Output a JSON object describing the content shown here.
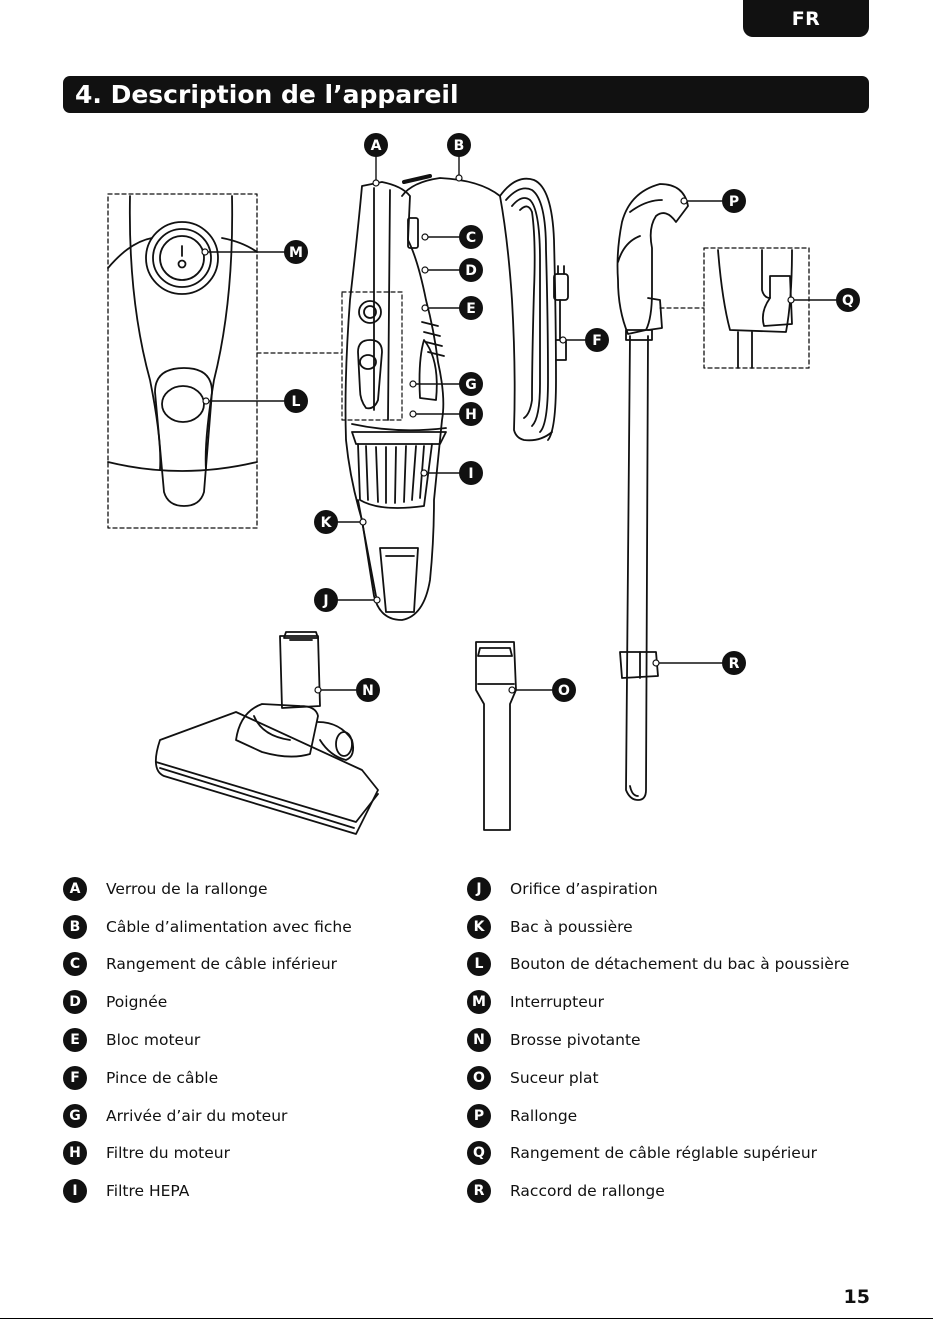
{
  "header": {
    "lang": "FR"
  },
  "section": {
    "title": "4. Description de l’appareil"
  },
  "callouts": [
    "A",
    "B",
    "C",
    "D",
    "E",
    "F",
    "G",
    "H",
    "I",
    "J",
    "K",
    "L",
    "M",
    "N",
    "O",
    "P",
    "Q",
    "R"
  ],
  "legend_left": [
    {
      "letter": "A",
      "text": "Verrou de la rallonge"
    },
    {
      "letter": "B",
      "text": "Câble d’alimentation avec fiche"
    },
    {
      "letter": "C",
      "text": "Rangement de câble inférieur"
    },
    {
      "letter": "D",
      "text": "Poignée"
    },
    {
      "letter": "E",
      "text": "Bloc moteur"
    },
    {
      "letter": "F",
      "text": "Pince de câble"
    },
    {
      "letter": "G",
      "text": "Arrivée d’air du moteur"
    },
    {
      "letter": "H",
      "text": "Filtre du moteur"
    },
    {
      "letter": "I",
      "text": "Filtre HEPA"
    }
  ],
  "legend_right": [
    {
      "letter": "J",
      "text": "Orifice d’aspiration"
    },
    {
      "letter": "K",
      "text": "Bac à poussière"
    },
    {
      "letter": "L",
      "text": "Bouton de détachement du bac à poussière"
    },
    {
      "letter": "M",
      "text": "Interrupteur"
    },
    {
      "letter": "N",
      "text": "Brosse pivotante"
    },
    {
      "letter": "O",
      "text": "Suceur plat"
    },
    {
      "letter": "P",
      "text": "Rallonge"
    },
    {
      "letter": "Q",
      "text": "Rangement de câble réglable supérieur"
    },
    {
      "letter": "R",
      "text": "Raccord de rallonge"
    }
  ],
  "footer": {
    "page": "15"
  }
}
